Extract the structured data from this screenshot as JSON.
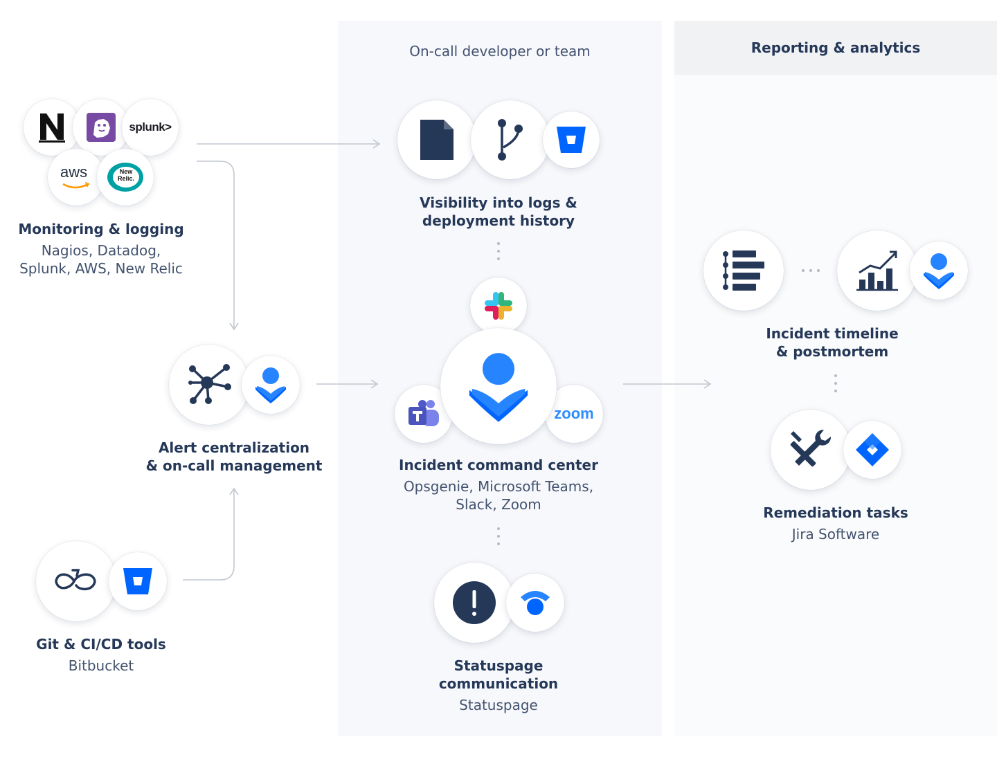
{
  "columns": {
    "middle_header": "On-call developer or team",
    "right_header": "Reporting & analytics"
  },
  "logos": {
    "splunk": "splunk>",
    "aws": "aws",
    "new_relic_line1": "New",
    "new_relic_line2": "Relic.",
    "zoom": "zoom"
  },
  "nodes": {
    "monitoring": {
      "title": "Monitoring & logging",
      "line1": "Nagios, Datadog,",
      "line2": "Splunk, AWS, New Relic"
    },
    "alert": {
      "line1": "Alert centralization",
      "line2": "& on-call management"
    },
    "git": {
      "title": "Git & CI/CD tools",
      "subtitle": "Bitbucket"
    },
    "visibility": {
      "line1": "Visibility into logs &",
      "line2": "deployment history"
    },
    "command": {
      "title": "Incident command center",
      "line1": "Opsgenie, Microsoft Teams,",
      "line2": "Slack, Zoom"
    },
    "statuspage": {
      "line1": "Statuspage",
      "line2": "communication",
      "subtitle": "Statuspage"
    },
    "timeline": {
      "line1": "Incident timeline",
      "line2": "& postmortem"
    },
    "remediation": {
      "title": "Remediation tasks",
      "subtitle": "Jira Software"
    }
  },
  "colors": {
    "navy": "#253858",
    "atlassian_blue": "#0052cc",
    "bright_blue": "#2684ff",
    "connector": "#c1c7d0",
    "panel_mid": "#f7f8fb",
    "panel_right": "#fafbfc"
  }
}
